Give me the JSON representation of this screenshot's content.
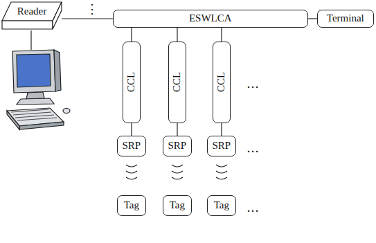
{
  "diagram": {
    "nodes": [
      {
        "text": [
          "Reader"
        ]
      },
      {
        "text": [
          "ESWLCA"
        ]
      },
      {
        "text": [
          "Terminal"
        ]
      },
      {
        "text": [
          "CCL"
        ]
      },
      {
        "text": [
          "CCL"
        ]
      },
      {
        "text": [
          "CCL"
        ]
      },
      {
        "text": [
          "SRP"
        ]
      },
      {
        "text": [
          "SRP"
        ]
      },
      {
        "text": [
          "SRP"
        ]
      },
      {
        "text": [
          "Tag"
        ]
      },
      {
        "text": [
          "Tag"
        ]
      },
      {
        "text": [
          "Tag"
        ]
      }
    ],
    "edges": [
      {
        "from": 0,
        "to": 1,
        "arrow": "none"
      },
      {
        "from": 1,
        "to": 2,
        "arrow": "none"
      },
      {
        "from": 1,
        "to": 3,
        "arrow": "none"
      },
      {
        "from": 1,
        "to": 4,
        "arrow": "none"
      },
      {
        "from": 1,
        "to": 5,
        "arrow": "none"
      },
      {
        "from": 3,
        "to": 6,
        "arrow": "none"
      },
      {
        "from": 4,
        "to": 7,
        "arrow": "none"
      },
      {
        "from": 5,
        "to": 8,
        "arrow": "none"
      }
    ],
    "labels": [
      "⋮",
      "…",
      "…",
      "…"
    ]
  }
}
